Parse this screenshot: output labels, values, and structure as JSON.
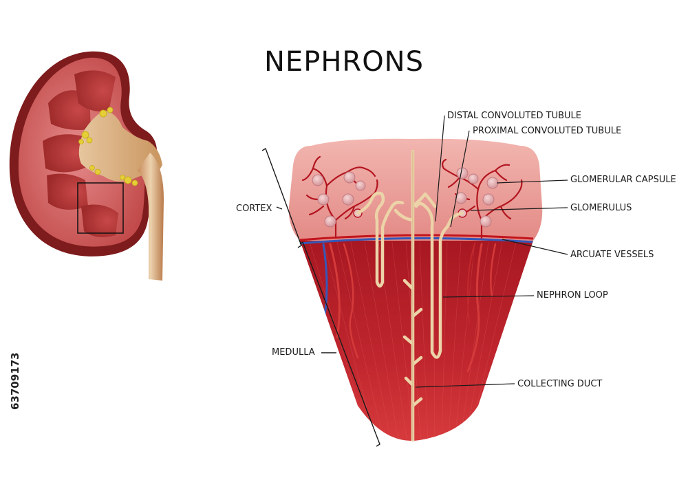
{
  "title": "NEPHRONS",
  "labels": {
    "distal": "DISTAL CONVOLUTED TUBULE",
    "proximal": "PROXIMAL CONVOLUTED TUBULE",
    "capsule": "GLOMERULAR CAPSULE",
    "glomerulus": "GLOMERULUS",
    "arcuate": "ARCUATE VESSELS",
    "loop": "NEPHRON LOOP",
    "collecting": "COLLECTING DUCT",
    "cortex": "CORTEX",
    "medulla": "MEDULLA"
  },
  "stock_id": "63709173",
  "colors": {
    "kidney_outer": "#8a1f1f",
    "kidney_cortex": "#d97070",
    "pyramid": "#b83a3a",
    "pelvis": "#d9b48a",
    "fat": "#e8d23a",
    "cortex_fill": "#e99a9a",
    "medulla_fill": "#b8232a",
    "tubule": "#ecd3a8",
    "vessel_red": "#b3151f",
    "vein_blue": "#3558b8"
  }
}
